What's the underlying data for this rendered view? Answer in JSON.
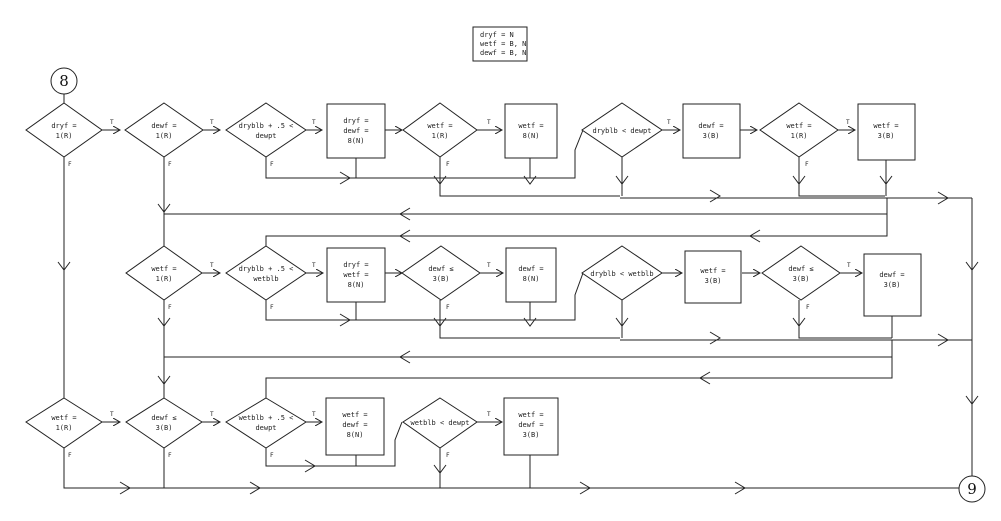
{
  "legend": [
    "dryf = N",
    "wetf = B, N",
    "dewf = B, N"
  ],
  "connectors": {
    "start": "8",
    "end": "9"
  },
  "t_label": "T",
  "f_label": "F",
  "row1": {
    "d1": [
      "dryf =",
      "1(R)"
    ],
    "d2": [
      "dewf =",
      "1(R)"
    ],
    "d3": [
      "dryblb + .5 <",
      "dewpt"
    ],
    "b1": [
      "dryf =",
      "dewf =",
      "8(N)"
    ],
    "d4": [
      "wetf =",
      "1(R)"
    ],
    "b2": [
      "wetf =",
      "8(N)"
    ],
    "d5": [
      "dryblb < dewpt"
    ],
    "b3": [
      "dewf =",
      "3(B)"
    ],
    "d6": [
      "wetf =",
      "1(R)"
    ],
    "b4": [
      "wetf =",
      "3(B)"
    ]
  },
  "row2": {
    "d1": [
      "wetf =",
      "1(R)"
    ],
    "d2": [
      "dryblb + .5 <",
      "wetblb"
    ],
    "b1": [
      "dryf =",
      "wetf =",
      "8(N)"
    ],
    "d3": [
      "dewf ≤",
      "3(B)"
    ],
    "b2": [
      "dewf =",
      "8(N)"
    ],
    "d4": [
      "dryblb < wetblb"
    ],
    "b3": [
      "wetf =",
      "3(B)"
    ],
    "d5": [
      "dewf ≤",
      "3(B)"
    ],
    "b4": [
      "dewf =",
      "3(B)"
    ]
  },
  "row3": {
    "d1": [
      "wetf =",
      "1(R)"
    ],
    "d2": [
      "dewf ≤",
      "3(B)"
    ],
    "d3": [
      "wetblb + .5 <",
      "dewpt"
    ],
    "b1": [
      "wetf =",
      "dewf =",
      "8(N)"
    ],
    "d4": [
      "wetblb < dewpt"
    ],
    "b2": [
      "wetf =",
      "dewf =",
      "3(B)"
    ]
  }
}
